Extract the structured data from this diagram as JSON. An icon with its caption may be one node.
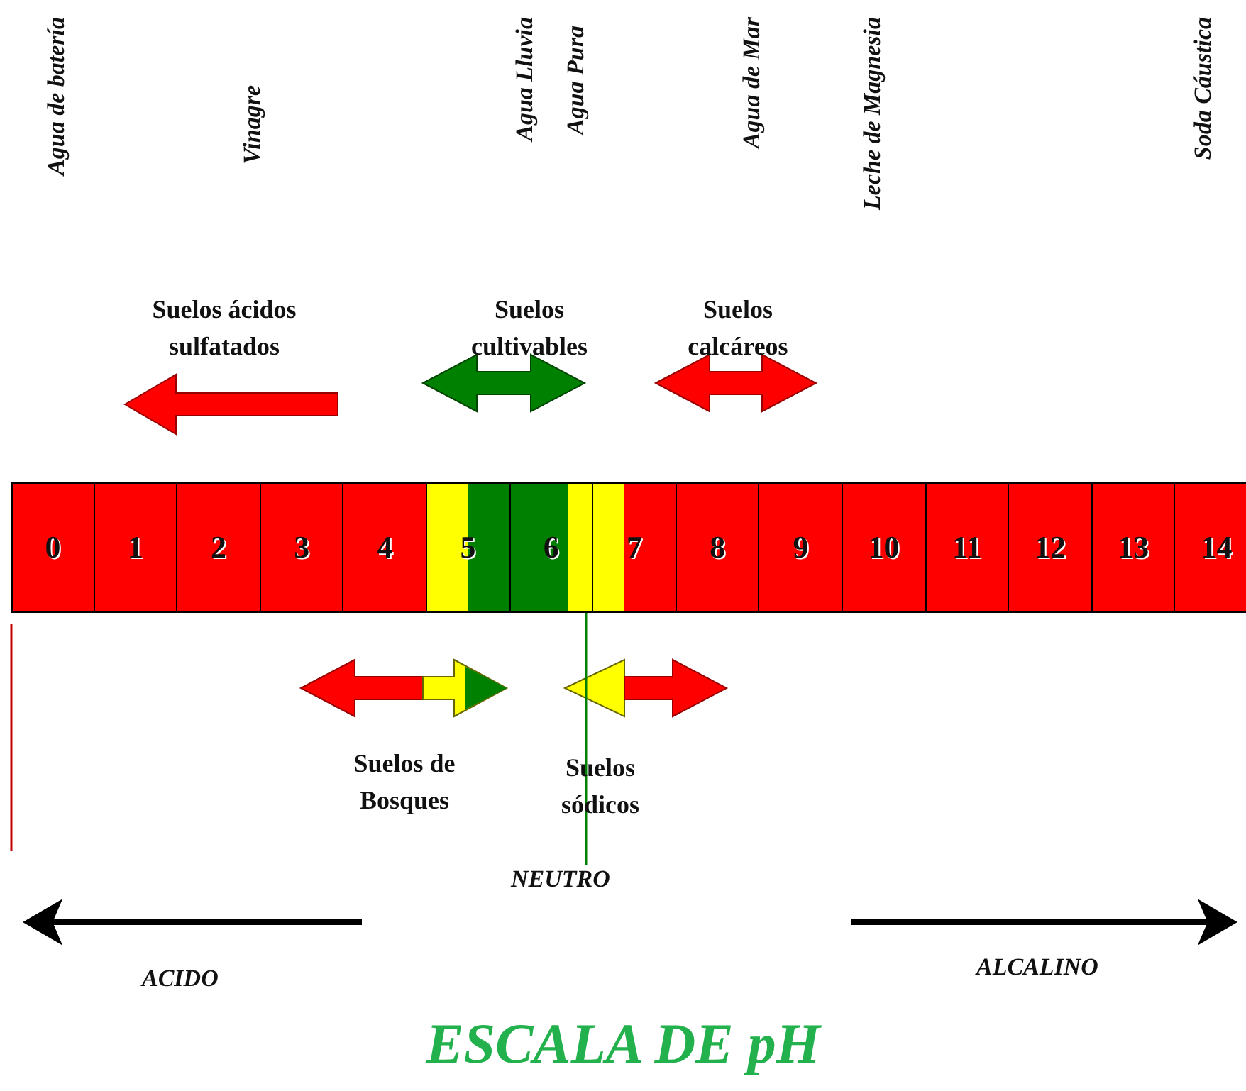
{
  "diagram": {
    "title": "ESCALA DE pH",
    "nodes": [
      {
        "text": [
          "0"
        ]
      },
      {
        "text": [
          "1"
        ]
      },
      {
        "text": [
          "2"
        ]
      },
      {
        "text": [
          "3"
        ]
      },
      {
        "text": [
          "4"
        ]
      },
      {
        "text": [
          "5"
        ]
      },
      {
        "text": [
          "6"
        ]
      },
      {
        "text": [
          "7"
        ]
      },
      {
        "text": [
          "8"
        ]
      },
      {
        "text": [
          "9"
        ]
      },
      {
        "text": [
          "10"
        ]
      },
      {
        "text": [
          "11"
        ]
      },
      {
        "text": [
          "12"
        ]
      },
      {
        "text": [
          "13"
        ]
      },
      {
        "text": [
          "14"
        ]
      }
    ],
    "labels": [
      "Agua de batería",
      "Vinagre",
      "Agua Lluvia",
      "Agua Pura",
      "Agua de Mar",
      "Leche de Magnesia",
      "Soda Cáustica",
      "Suelos ácidos sulfatados",
      "Suelos cultivables",
      "Suelos calcáreos",
      "Suelos de Bosques",
      "Suelos sódicos",
      "NEUTRO",
      "ACIDO",
      "ALCALINO"
    ]
  }
}
